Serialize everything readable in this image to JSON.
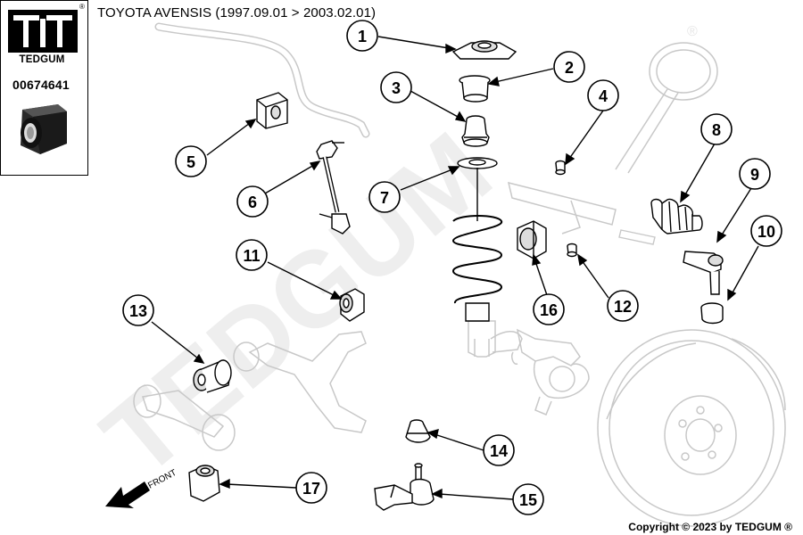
{
  "brand": {
    "name": "TEDGUM",
    "registered_symbol": "®",
    "part_number": "00674641"
  },
  "title": "TOYOTA AVENSIS (1997.09.01 > 2003.02.01)",
  "watermark": "TEDGUM",
  "watermark_registered": "®",
  "front_label": "FRONT",
  "copyright": "Copyright © 2023 by TEDGUM ®",
  "callouts": [
    "1",
    "2",
    "3",
    "4",
    "5",
    "6",
    "7",
    "8",
    "9",
    "10",
    "11",
    "12",
    "13",
    "14",
    "15",
    "16",
    "17"
  ],
  "colors": {
    "line": "#000000",
    "part_fill": "#ffffff",
    "part_shade": "#cccccc",
    "ghost": "#c8c8c8",
    "watermark": "#eeeeee"
  }
}
